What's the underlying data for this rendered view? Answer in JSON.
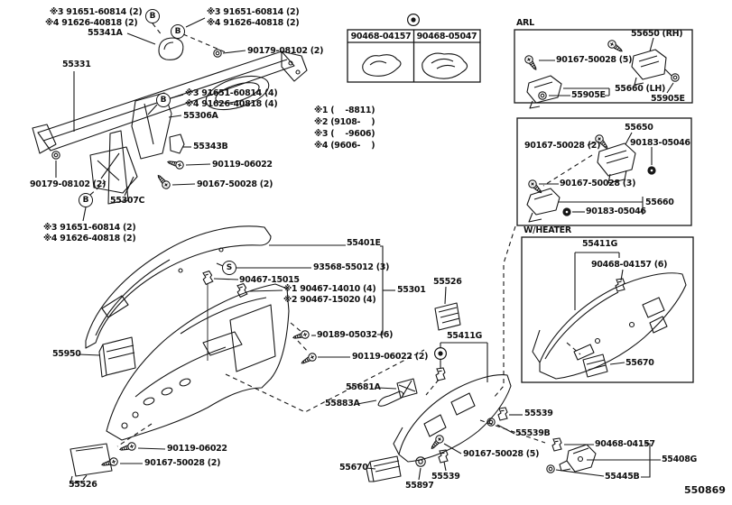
{
  "diagram": {
    "page_code": "550869",
    "badges": {
      "b": "B",
      "s": "S"
    },
    "notes": {
      "n1": "※1 (    -8811)",
      "n2": "※2 (9108-    )",
      "n3": "※3 (    -9606)",
      "n4": "※4 (9606-    )"
    },
    "fastener_table": {
      "col1": "90468-04157",
      "col2": "90468-05047"
    },
    "callouts": {
      "tl_91651_a": "※3 91651-60814 (2)",
      "tl_91626_a": "※4 91626-40818 (2)",
      "tl_55341a": "55341A",
      "tc_91651": "※3 91651-60814 (2)",
      "tc_91626": "※4 91626-40818 (2)",
      "tc_90179": "90179-08102 (2)",
      "tl_55331": "55331",
      "ml_91651_4": "※3 91651-60814 (4)",
      "ml_91626_4": "※4 91626-40818 (4)",
      "ml_55306a": "55306A",
      "ml_55343b": "55343B",
      "ml_90119": "90119-06022",
      "ml_90167_2": "90167-50028 (2)",
      "ml_55307c": "55307C",
      "ll_90179": "90179-08102 (2)",
      "ll_91651": "※3 91651-60814 (2)",
      "ll_91626": "※4 91626-40818 (2)",
      "c_55401e": "55401E",
      "c_93568": "93568-55012 (3)",
      "c_90467_15015": "90467-15015",
      "c_90467_14010": "※1 90467-14010 (4)",
      "c_90467_15020": "※2 90467-15020 (4)",
      "c_55301": "55301",
      "c_90189": "90189-05032 (6)",
      "c_90119_2": "90119-06022 (2)",
      "c_55681a": "55681A",
      "c_55883a": "55883A",
      "c_55950": "55950",
      "rc_55526": "55526",
      "rc_55411g": "55411G",
      "rc_55539": "55539",
      "rc_55539b": "55539B",
      "rc_90167_5": "90167-50028 (5)",
      "br_90468": "90468-04157",
      "br_55408g": "55408G",
      "br_55445b": "55445B",
      "bc_55670": "55670",
      "bc_55897": "55897",
      "bc_55539": "55539",
      "bl_90119": "90119-06022",
      "bl_90167_2": "90167-50028 (2)",
      "bl_55526": "55526"
    },
    "arl_inset": {
      "title": "ARL",
      "p_55650_rh": "55650 (RH)",
      "p_90167_5": "90167-50028 (5)",
      "p_55660_lh": "55660 (LH)",
      "p_55905e_a": "55905E",
      "p_55905e_b": "55905E"
    },
    "sensor_inset": {
      "p_55650": "55650",
      "p_90167_2": "90167-50028 (2)",
      "p_90183_a": "90183-05046",
      "p_90167_3": "90167-50028 (3)",
      "p_55660": "55660",
      "p_90183_b": "90183-05046"
    },
    "heater_inset": {
      "title": "W/HEATER",
      "p_55411g": "55411G",
      "p_90468_6": "90468-04157 (6)",
      "p_55670": "55670"
    }
  }
}
